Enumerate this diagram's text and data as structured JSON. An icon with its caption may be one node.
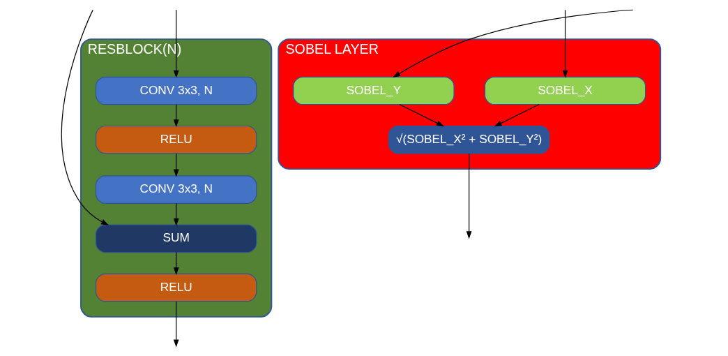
{
  "diagram": {
    "nodes": [
      {
        "text": [
          "RESBLOCK(N)"
        ]
      },
      {
        "text": [
          "CONV 3x3, N"
        ],
        "in": 0
      },
      {
        "text": [
          "RELU"
        ],
        "in": 0
      },
      {
        "text": [
          "CONV 3x3, N"
        ],
        "in": 0
      },
      {
        "text": [
          "SUM"
        ],
        "in": 0
      },
      {
        "text": [
          "RELU"
        ],
        "in": 0
      },
      {
        "text": [
          "SOBEL LAYER"
        ]
      },
      {
        "text": [
          "SOBEL_X"
        ],
        "in": 6
      },
      {
        "text": [
          "SOBEL_Y"
        ],
        "in": 6
      },
      {
        "text": [
          "√(SOBEL_X² + SOBEL_Y²)"
        ],
        "in": 6
      }
    ],
    "edges": [
      {
        "from": null,
        "to": 1,
        "arrow": "to"
      },
      {
        "from": null,
        "to": 4,
        "arrow": "to"
      },
      {
        "from": 1,
        "to": 2,
        "arrow": "to"
      },
      {
        "from": 2,
        "to": 3,
        "arrow": "to"
      },
      {
        "from": 3,
        "to": 4,
        "arrow": "to"
      },
      {
        "from": 4,
        "to": 5,
        "arrow": "to"
      },
      {
        "from": 5,
        "to": null,
        "arrow": "to"
      },
      {
        "from": null,
        "to": 7,
        "arrow": "to"
      },
      {
        "from": null,
        "to": 8,
        "arrow": "to"
      },
      {
        "from": 7,
        "to": 9,
        "arrow": "to"
      },
      {
        "from": 8,
        "to": 9,
        "arrow": "to"
      },
      {
        "from": 9,
        "to": null,
        "arrow": "to"
      }
    ]
  }
}
